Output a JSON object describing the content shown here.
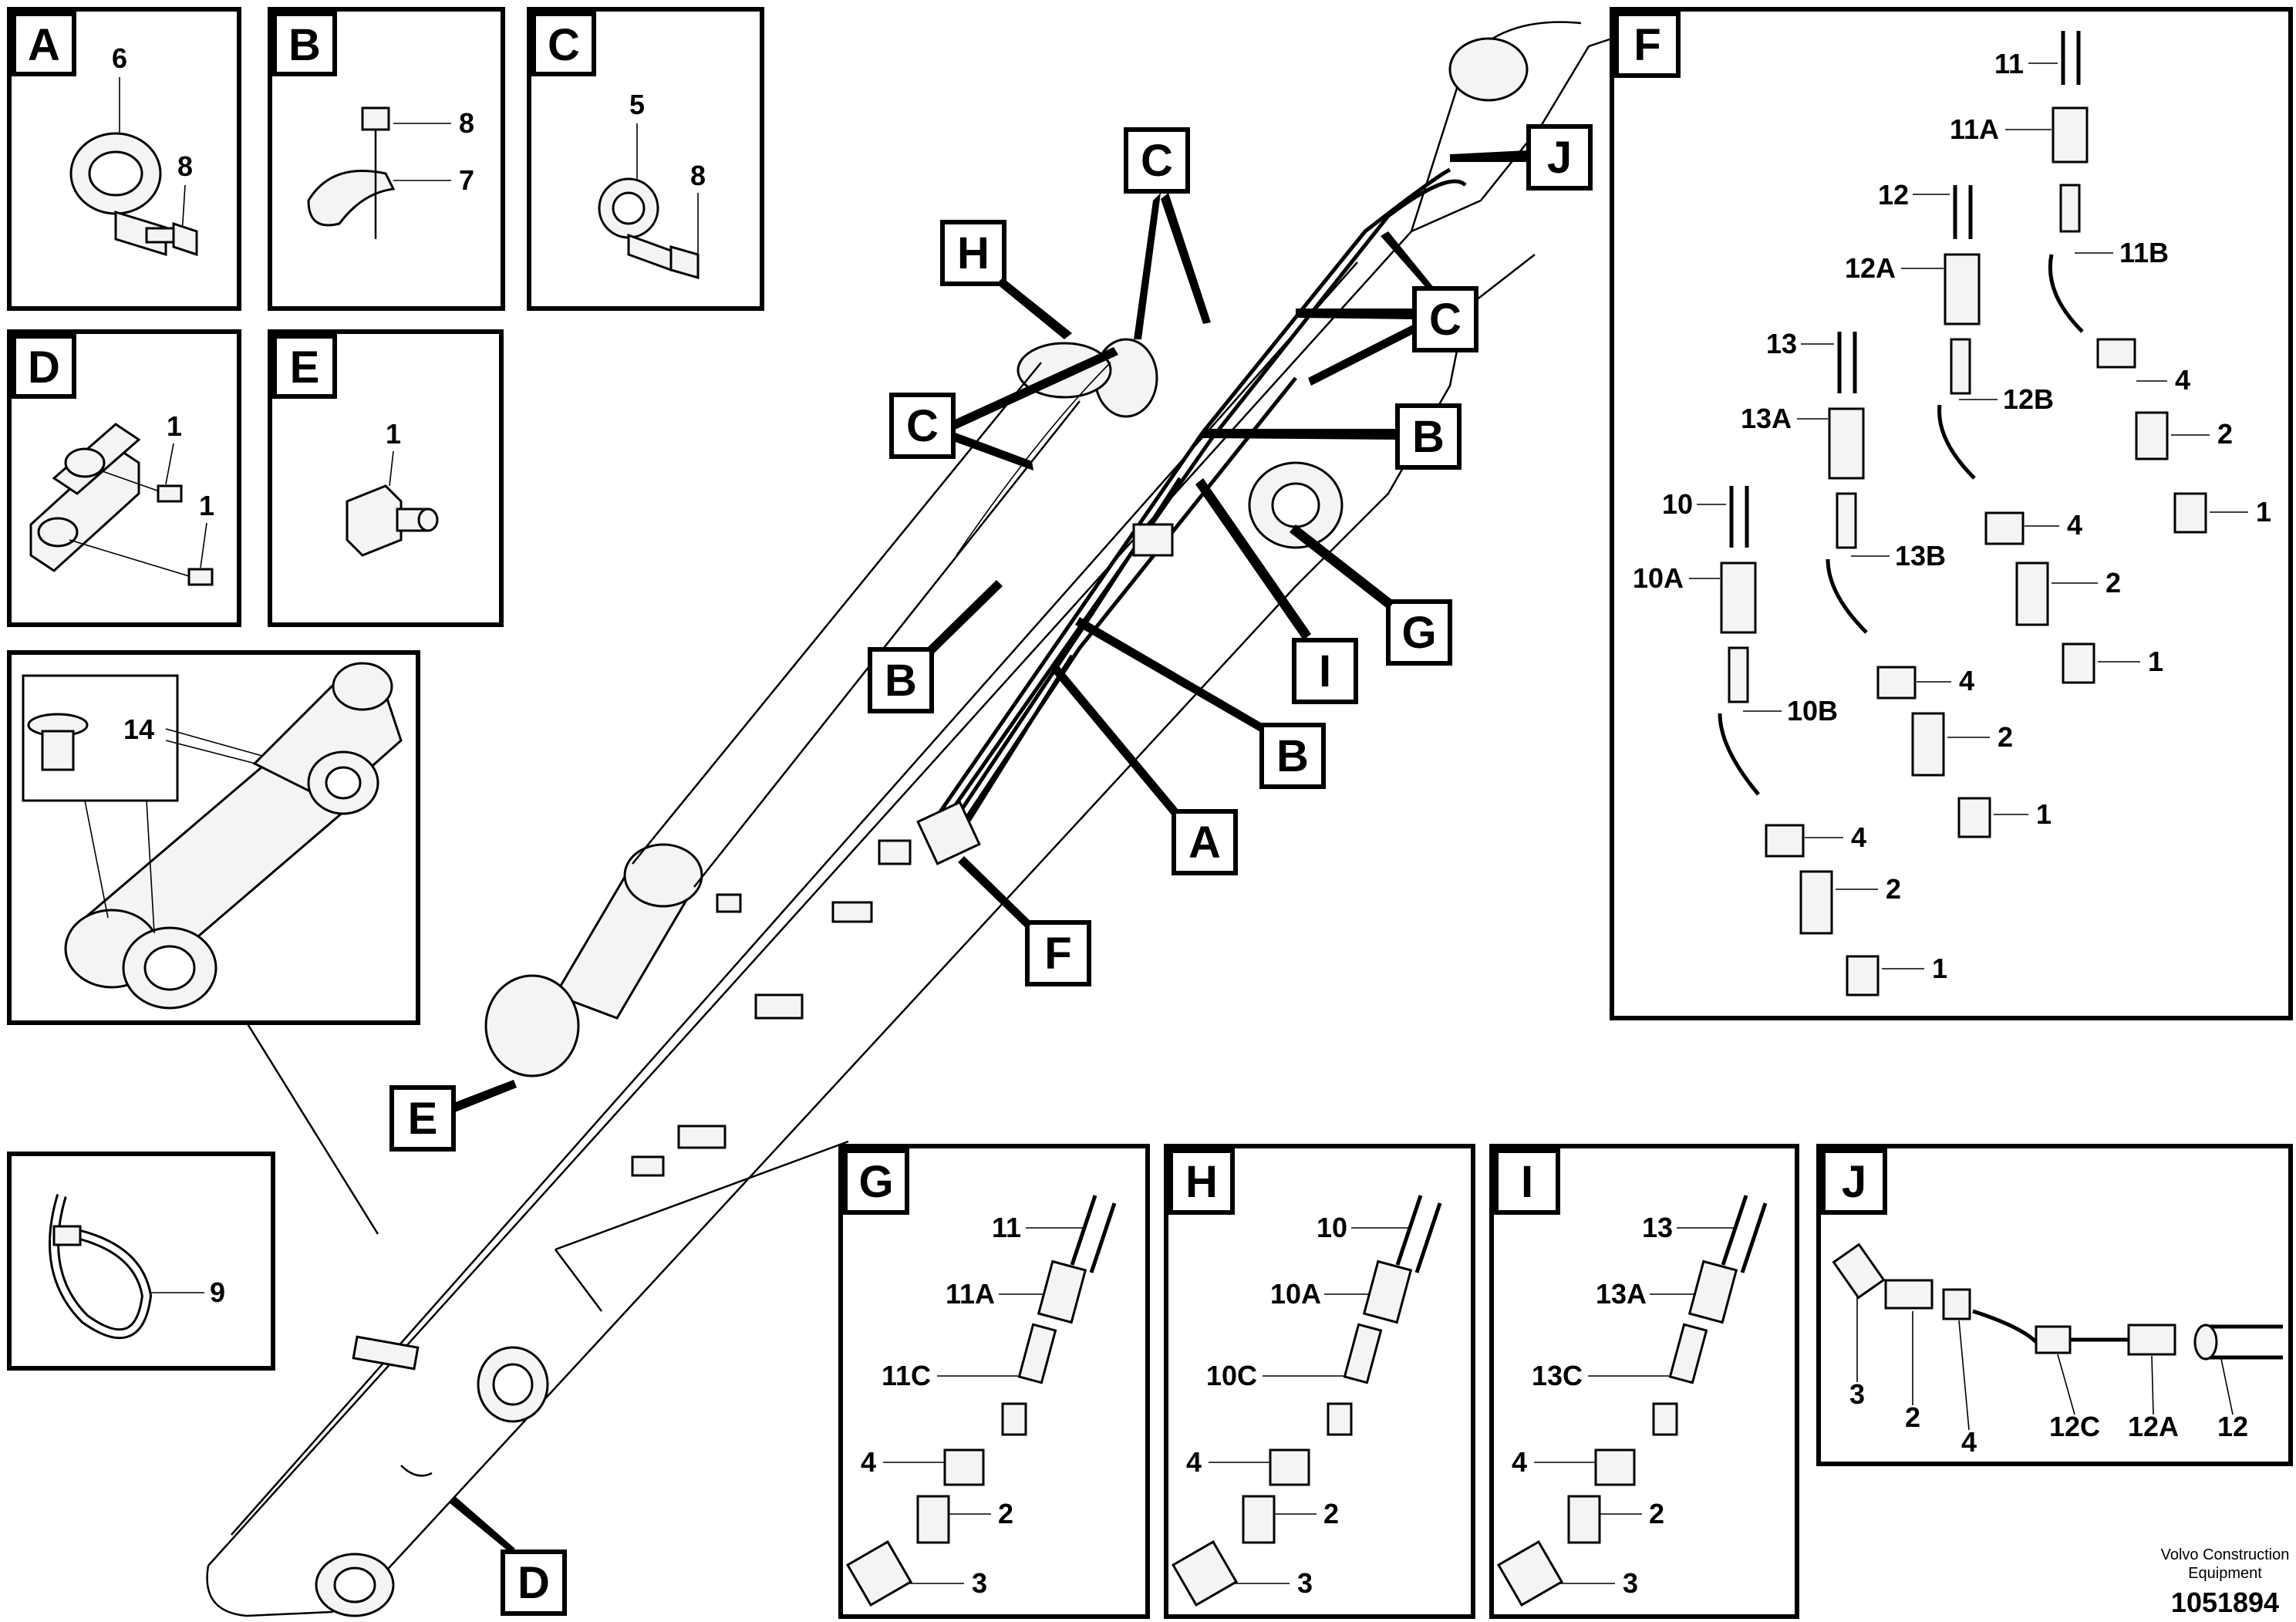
{
  "drawing_number": "1051894",
  "brand_line1": "Volvo Construction",
  "brand_line2": "Equipment",
  "panels": {
    "A": {
      "letter": "A",
      "callouts": [
        "6",
        "8"
      ]
    },
    "B": {
      "letter": "B",
      "callouts": [
        "8",
        "7"
      ]
    },
    "C": {
      "letter": "C",
      "callouts": [
        "5",
        "8"
      ]
    },
    "D": {
      "letter": "D",
      "callouts": [
        "1",
        "1"
      ]
    },
    "E": {
      "letter": "E",
      "callouts": [
        "1"
      ]
    },
    "detail": {
      "callouts": [
        "14"
      ]
    },
    "tie": {
      "callouts": [
        "9"
      ]
    },
    "F": {
      "letter": "F",
      "callouts": [
        "11",
        "11A",
        "11B",
        "4",
        "2",
        "1",
        "12",
        "12A",
        "12B",
        "4",
        "2",
        "1",
        "13",
        "13A",
        "13B",
        "4",
        "2",
        "1",
        "10",
        "10A",
        "10B",
        "4",
        "2",
        "1"
      ]
    },
    "G": {
      "letter": "G",
      "callouts": [
        "11",
        "11A",
        "11C",
        "4",
        "2",
        "3"
      ]
    },
    "H": {
      "letter": "H",
      "callouts": [
        "10",
        "10A",
        "10C",
        "4",
        "2",
        "3"
      ]
    },
    "I": {
      "letter": "I",
      "callouts": [
        "13",
        "13A",
        "13C",
        "4",
        "2",
        "3"
      ]
    },
    "J": {
      "letter": "J",
      "callouts": [
        "3",
        "2",
        "4",
        "12C",
        "12A",
        "12"
      ]
    }
  },
  "main_labels": [
    "C",
    "H",
    "J",
    "C",
    "C",
    "B",
    "G",
    "I",
    "B",
    "B",
    "A",
    "F",
    "E",
    "D"
  ]
}
